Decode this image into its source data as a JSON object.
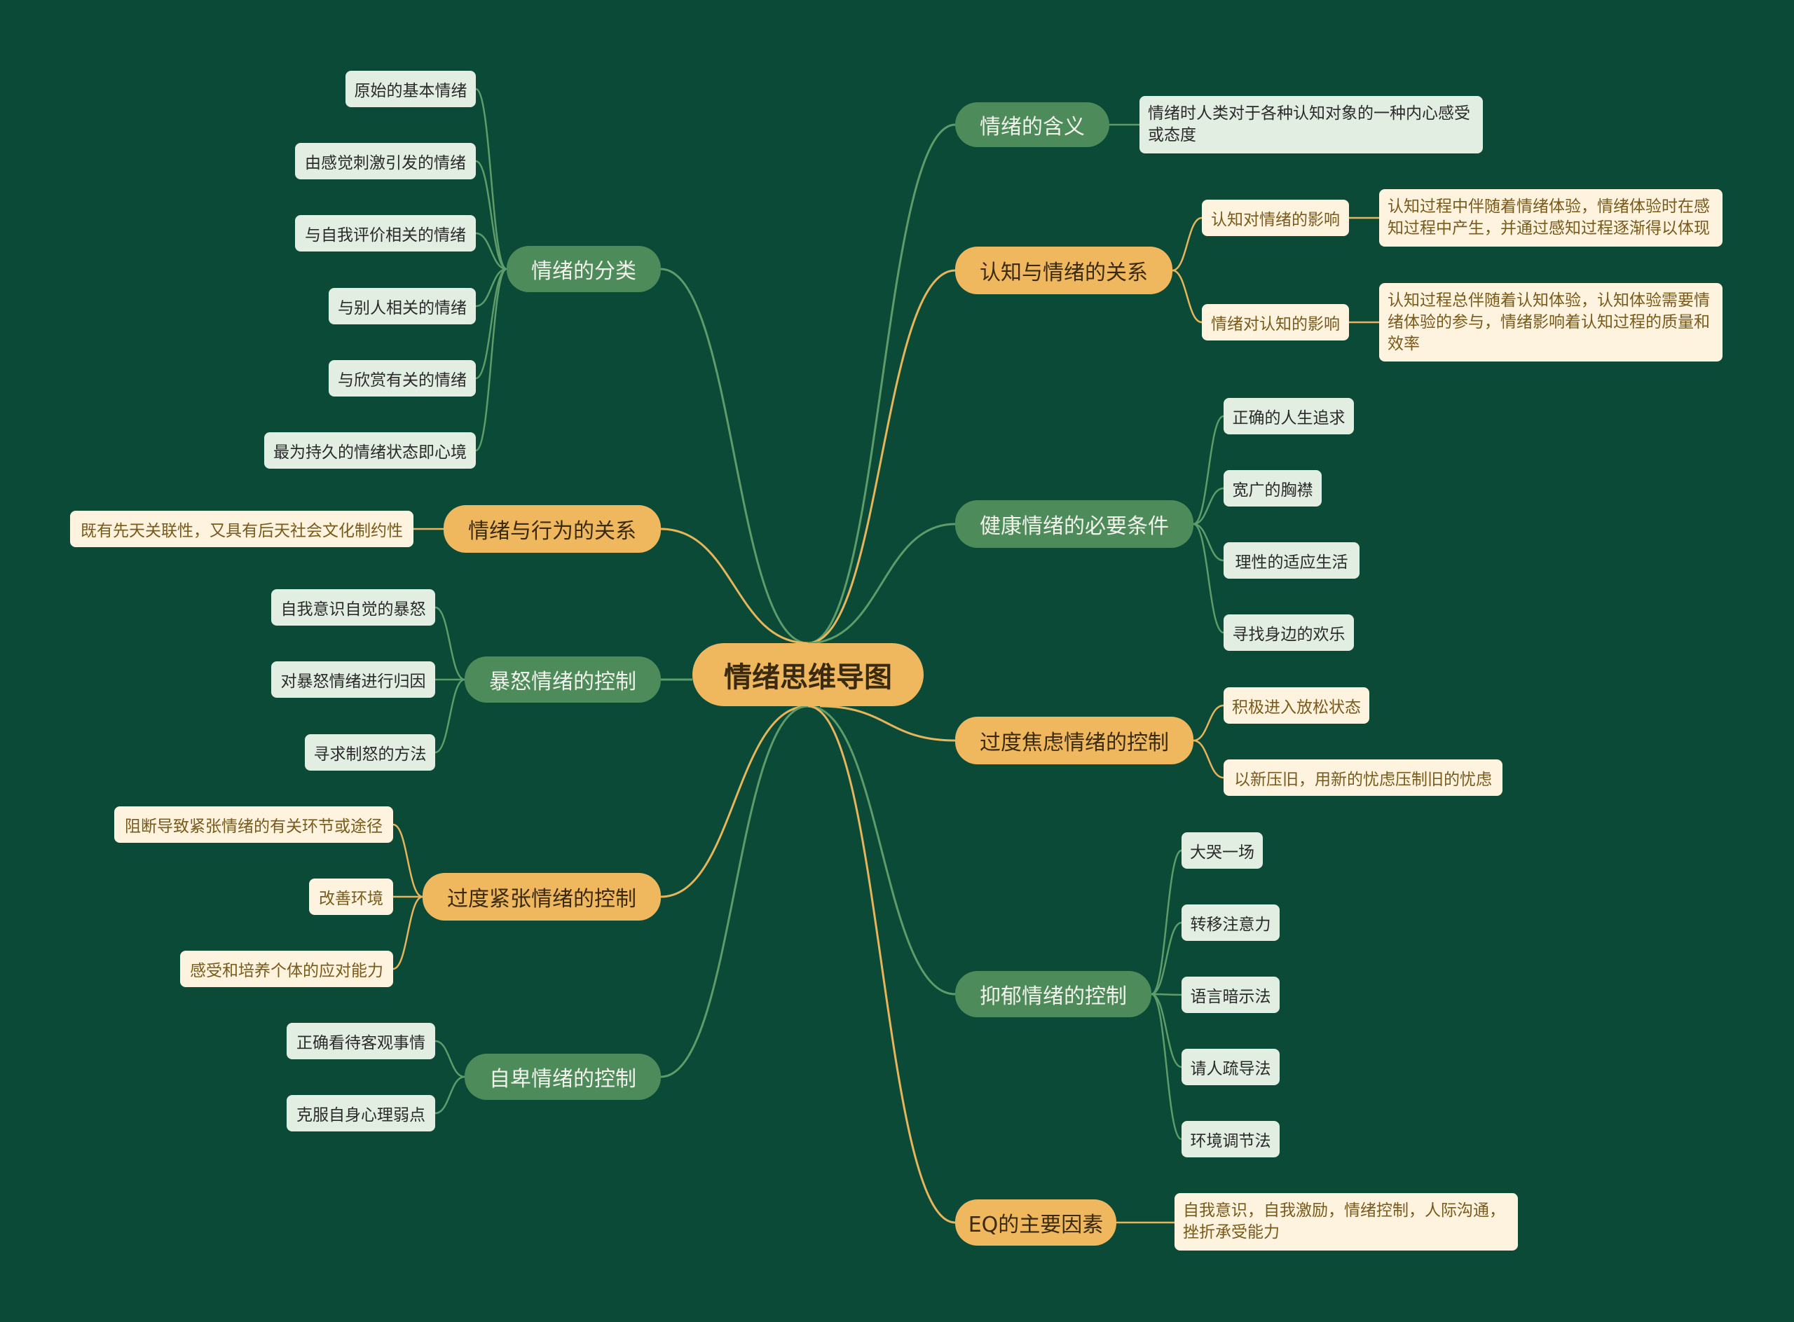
{
  "root": "情绪思维导图",
  "branches": {
    "meaning": "情绪的含义",
    "cognition": "认知与情绪的关系",
    "healthy": "健康情绪的必要条件",
    "anxiety": "过度焦虑情绪的控制",
    "depression": "抑郁情绪的控制",
    "eq": "EQ的主要因素",
    "classify": "情绪的分类",
    "behavior": "情绪与行为的关系",
    "anger": "暴怒情绪的控制",
    "tension": "过度紧张情绪的控制",
    "inferior": "自卑情绪的控制"
  },
  "leaves": {
    "meaning_def": "情绪时人类对于各种认知对象的一种内心感受或态度",
    "cog_effect": "认知对情绪的影响",
    "cog_effect_note": "认知过程中伴随着情绪体验，情绪体验时在感知过程中产生，并通过感知过程逐渐得以体现",
    "emo_effect": "情绪对认知的影响",
    "emo_effect_note": "认知过程总伴随着认知体验，认知体验需要情绪体验的参与，情绪影响着认知过程的质量和效率",
    "healthy": [
      "正确的人生追求",
      "宽广的胸襟",
      "理性的适应生活",
      "寻找身边的欢乐"
    ],
    "anxiety": [
      "积极进入放松状态",
      "以新压旧，用新的忧虑压制旧的忧虑"
    ],
    "depression": [
      "大哭一场",
      "转移注意力",
      "语言暗示法",
      "请人疏导法",
      "环境调节法"
    ],
    "eq": "自我意识，自我激励，情绪控制，人际沟通，挫折承受能力",
    "classify": [
      "原始的基本情绪",
      "由感觉刺激引发的情绪",
      "与自我评价相关的情绪",
      "与别人相关的情绪",
      "与欣赏有关的情绪",
      "最为持久的情绪状态即心境"
    ],
    "behavior": "既有先天关联性，又具有后天社会文化制约性",
    "anger": [
      "自我意识自觉的暴怒",
      "对暴怒情绪进行归因",
      "寻求制怒的方法"
    ],
    "tension": [
      "阻断导致紧张情绪的有关环节或途径",
      "改善环境",
      "感受和培养个体的应对能力"
    ],
    "inferior": [
      "正确看待客观事情",
      "克服自身心理弱点"
    ]
  },
  "colors": {
    "background": "#0b4a37",
    "green_branch": "#4e8b5a",
    "gold_branch": "#f0b85e",
    "green_line": "#5e9c6a",
    "gold_line": "#e6b55c"
  }
}
